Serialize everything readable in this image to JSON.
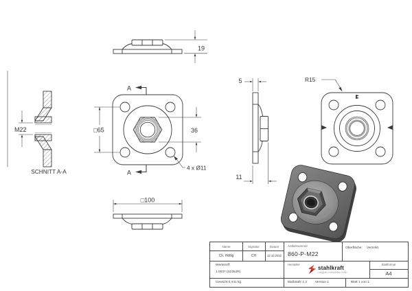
{
  "drawing": {
    "section": {
      "label": "SCHNITT A-A",
      "thread_dim": "M22"
    },
    "top_view": {
      "height_dim": "19"
    },
    "plan": {
      "section_letter": "A",
      "hole_spacing_dim": "□65",
      "nut_width_dim": "36",
      "holes_dim": "4 x Ø11"
    },
    "bottom_view": {
      "width_dim": "□100"
    },
    "side": {
      "plate_dim": "5",
      "total_dim": "11"
    },
    "back": {
      "radius_dim": "R15"
    }
  },
  "title_block": {
    "name_header": "Name",
    "signatur_header": "Signatur",
    "datum_header": "Datum",
    "artikelnummer_header": "Artikelnummer",
    "name_value": "Ch. Höllig",
    "signatur_value": "CH",
    "datum_value": "12.10.2022",
    "artikelnummer_value": "860-P-M22",
    "oberflaeche_label": "Oberfläche:",
    "oberflaeche_value": "Verzinkt",
    "werkstoff_label": "Werkstoff:",
    "werkstoff_value": "1.0037 (S235JR)",
    "gewicht": "Gewicht 0,441 kg",
    "hersteller_label": "Hersteller",
    "logo_text": "stahlkraft",
    "logo_tagline": "Langguth Großhandels GmbH",
    "blattformat_header": "Blattformat",
    "blattformat_value": "A4",
    "massstab": "Maßstab: 1:2",
    "version": "Version 1",
    "blatt": "Blatt 1 von 1"
  },
  "colors": {
    "line": "#3a3a3a",
    "logo_red": "#d23b2a"
  }
}
